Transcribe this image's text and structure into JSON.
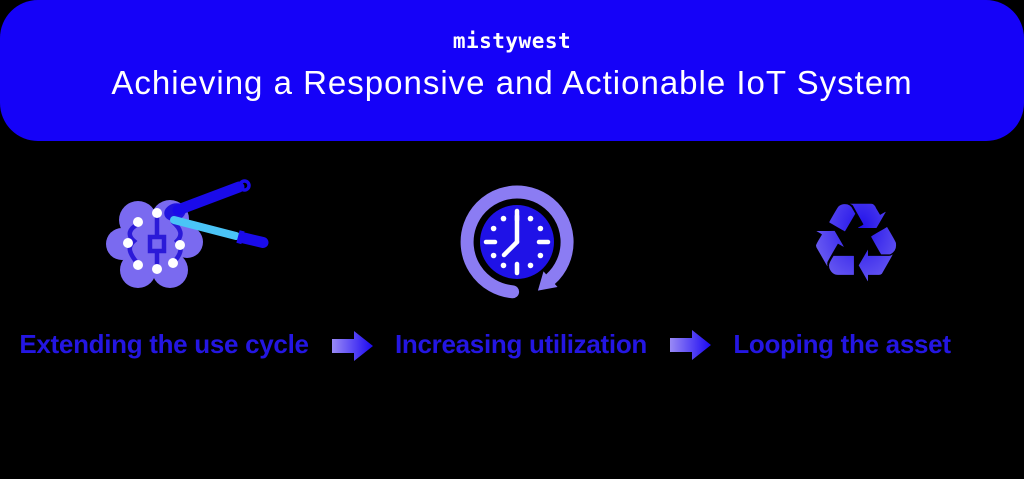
{
  "brand": "mistywest",
  "title": "Achieving a Responsive and Actionable IoT System",
  "steps": [
    {
      "label": "Extending the use cycle",
      "icon": "circuit-brain-tools-icon"
    },
    {
      "label": "Increasing utilization",
      "icon": "clock-refresh-icon"
    },
    {
      "label": "Looping the asset",
      "icon": "recycle-icon"
    }
  ],
  "icons": {
    "recycle_glyph": "♻",
    "flow_arrow": "right-arrow-icon"
  },
  "colors": {
    "background": "#000000",
    "banner": "#1502f8",
    "banner_text": "#ffffff",
    "label_text": "#2416e2",
    "brain_body": "#7a6af0",
    "circuit_blue": "#2b1ad8",
    "clock_face": "#1f12e7",
    "refresh_ring": "#8b7cf3",
    "tool_cyan": "#4ac4f7",
    "tool_blue": "#1a0bea",
    "arrow_gradient_start": "#998af5",
    "arrow_gradient_end": "#1b07f2"
  }
}
